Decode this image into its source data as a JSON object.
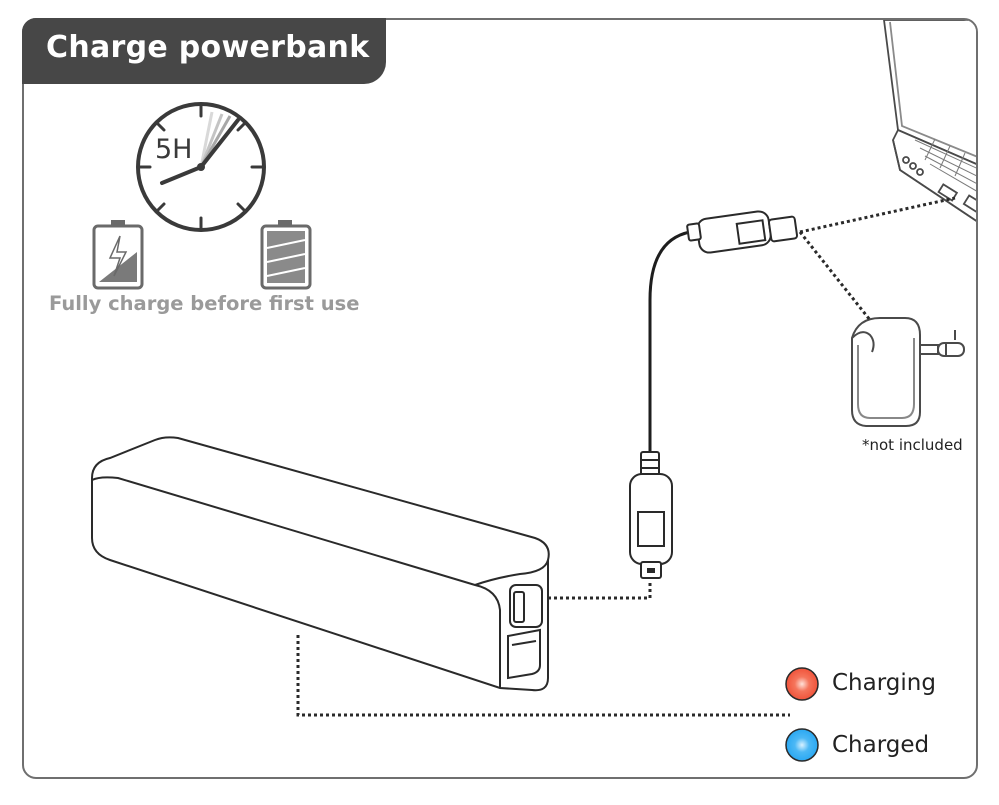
{
  "title": "Charge powerbank",
  "clock_label": "5H",
  "note": "Fully charge before first use",
  "footnote": "*not included",
  "legend": [
    {
      "label": "Charging",
      "color": "#f0533a"
    },
    {
      "label": "Charged",
      "color": "#2aa8f2"
    }
  ],
  "icons": {
    "clock": "clock-icon",
    "battery_charging": "battery-charging-icon",
    "battery_full": "battery-full-icon",
    "laptop": "laptop-icon",
    "wall_adapter": "wall-adapter-icon",
    "usb_cable": "usb-cable-icon",
    "powerbank": "powerbank-icon"
  }
}
